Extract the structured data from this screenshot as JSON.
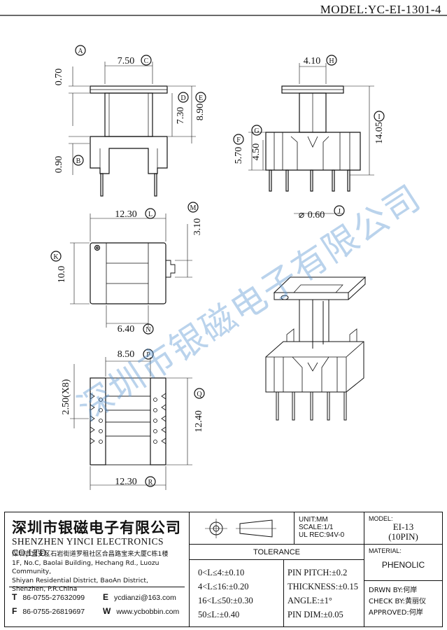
{
  "model": "MODEL:YC-EI-1301-4",
  "dims": {
    "a": "0.70",
    "b": "0.90",
    "c": "7.50",
    "d": "7.30",
    "e": "8.90",
    "f": "5.70",
    "g": "4.50",
    "h": "4.10",
    "i": "14.05",
    "j": "0.60",
    "k": "10.0",
    "l": "12.30",
    "m": "3.10",
    "n": "6.40",
    "p": "8.50",
    "q": "12.40",
    "r": "12.30",
    "s": "2.50(X8)"
  },
  "markers": {
    "a": "A",
    "b": "B",
    "c": "C",
    "d": "D",
    "e": "E",
    "f": "F",
    "g": "G",
    "h": "H",
    "i": "I",
    "j": "J",
    "k": "K",
    "l": "L",
    "m": "M",
    "n": "N",
    "p": "P",
    "q": "Q",
    "r": "R"
  },
  "diameter_symbol": "⌀",
  "watermark": "深圳市银磁电子有限公司",
  "title_block": {
    "company_cn": "深圳市银磁电子有限公司",
    "company_en": "SHENZHEN YINCI ELECTRONICS CO,LTD.",
    "address": [
      "深圳市宝安区石岩街道罗租社区合昌路宝来大厦C栋1楼",
      "1F, No.C, Baolai Building, Hechang Rd., Luozu Community,",
      "Shiyan Residential District, BaoAn District,",
      "Shenzhen, P.R.China"
    ],
    "tel_label": "T",
    "tel": "86-0755-27632099",
    "fax_label": "F",
    "fax": "86-0755-26819697",
    "email_label": "E",
    "email": "ycdianzi@163.com",
    "web_label": "W",
    "web": "www.ycbobbin.com",
    "unit": "UNIT:MM",
    "scale": "SCALE:1/1",
    "ul_rec": "UL REC:94V-0",
    "model_label": "MODEL:",
    "model_value": "EI-13",
    "model_pins": "(10PIN)",
    "material_label": "MATERIAL:",
    "material_value": "PHENOLIC",
    "tolerance_title": "TOLERANCE",
    "tol_left": [
      "0<L≤4:±0.10",
      "4<L≤16:±0.20",
      "16<L≤50:±0.30",
      "50≤L:±0.40"
    ],
    "tol_right": [
      "PIN PITCH:±0.2",
      "THICKNESS:±0.15",
      "ANGLE:±1°",
      "PIN DIM:±0.05"
    ],
    "drawn_by": "DRWN BY:何岸",
    "check_by": "CHECK BY:黄丽仪",
    "approved": "APPROVED:何岸"
  }
}
